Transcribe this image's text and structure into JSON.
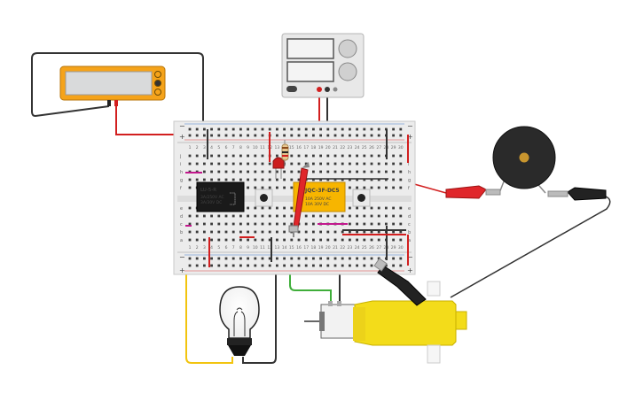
{
  "multimeter": {
    "display_value": "",
    "color": "#f5a31a"
  },
  "power_supply": {
    "display_top": "",
    "display_bottom": "",
    "color": "#e8e8e8"
  },
  "breadboard": {
    "columns": [
      "1",
      "2",
      "3",
      "4",
      "5",
      "6",
      "7",
      "8",
      "9",
      "10",
      "11",
      "12",
      "13",
      "14",
      "15",
      "16",
      "17",
      "18",
      "19",
      "20",
      "21",
      "22",
      "23",
      "24",
      "25",
      "26",
      "27",
      "28",
      "29",
      "30"
    ],
    "rows_top": [
      "j",
      "i",
      "h",
      "g",
      "f"
    ],
    "rows_bottom": [
      "e",
      "d",
      "c",
      "b",
      "a"
    ],
    "rail_plus": "+",
    "rail_minus": "−"
  },
  "relay_black": {
    "line1": "LU-5-R",
    "line2": "3A/250V AC",
    "line3": "3A/30V DC"
  },
  "relay_yellow": {
    "line1": "JQC-3F-DC5",
    "line2": "10A 250V AC",
    "line3": "10A 30V DC"
  },
  "colors": {
    "wire_red": "#d21f1f",
    "wire_black": "#333333",
    "wire_green": "#3fae3a",
    "wire_yellow": "#f2c40f",
    "wire_magenta": "#c2188d",
    "motor_yellow": "#f3dc1a",
    "clip_red": "#e0262a",
    "clip_black": "#222222"
  }
}
